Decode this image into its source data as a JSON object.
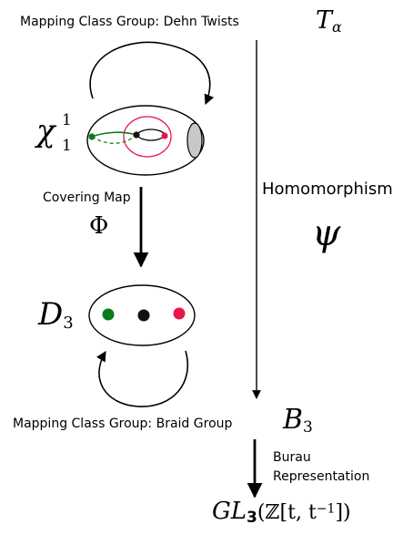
{
  "top_label": "Mapping Class Group: Dehn Twists",
  "dehn_symbol": "T",
  "dehn_subscript": "α",
  "chi_symbol": "χ",
  "chi_sup": "1",
  "chi_sub": "1",
  "homomorphism_label": "Homomorphism",
  "psi_symbol": "ψ",
  "covering_label": "Covering Map",
  "phi_symbol": "Φ",
  "disk_symbol": "D",
  "disk_subscript": "3",
  "braid_label": "Mapping Class Group: Braid Group",
  "braid_symbol": "B",
  "braid_subscript": "3",
  "burau_line1": "Burau",
  "burau_line2": "Representation",
  "gl_prefix": "GL",
  "gl_subscript": "3",
  "gl_arg": "(ℤ[t, t",
  "gl_exp": "−1",
  "gl_close": "])",
  "colors": {
    "green": "#0a7a1f",
    "red": "#e8174a",
    "black": "#111111",
    "grey": "#c8c8c8"
  }
}
